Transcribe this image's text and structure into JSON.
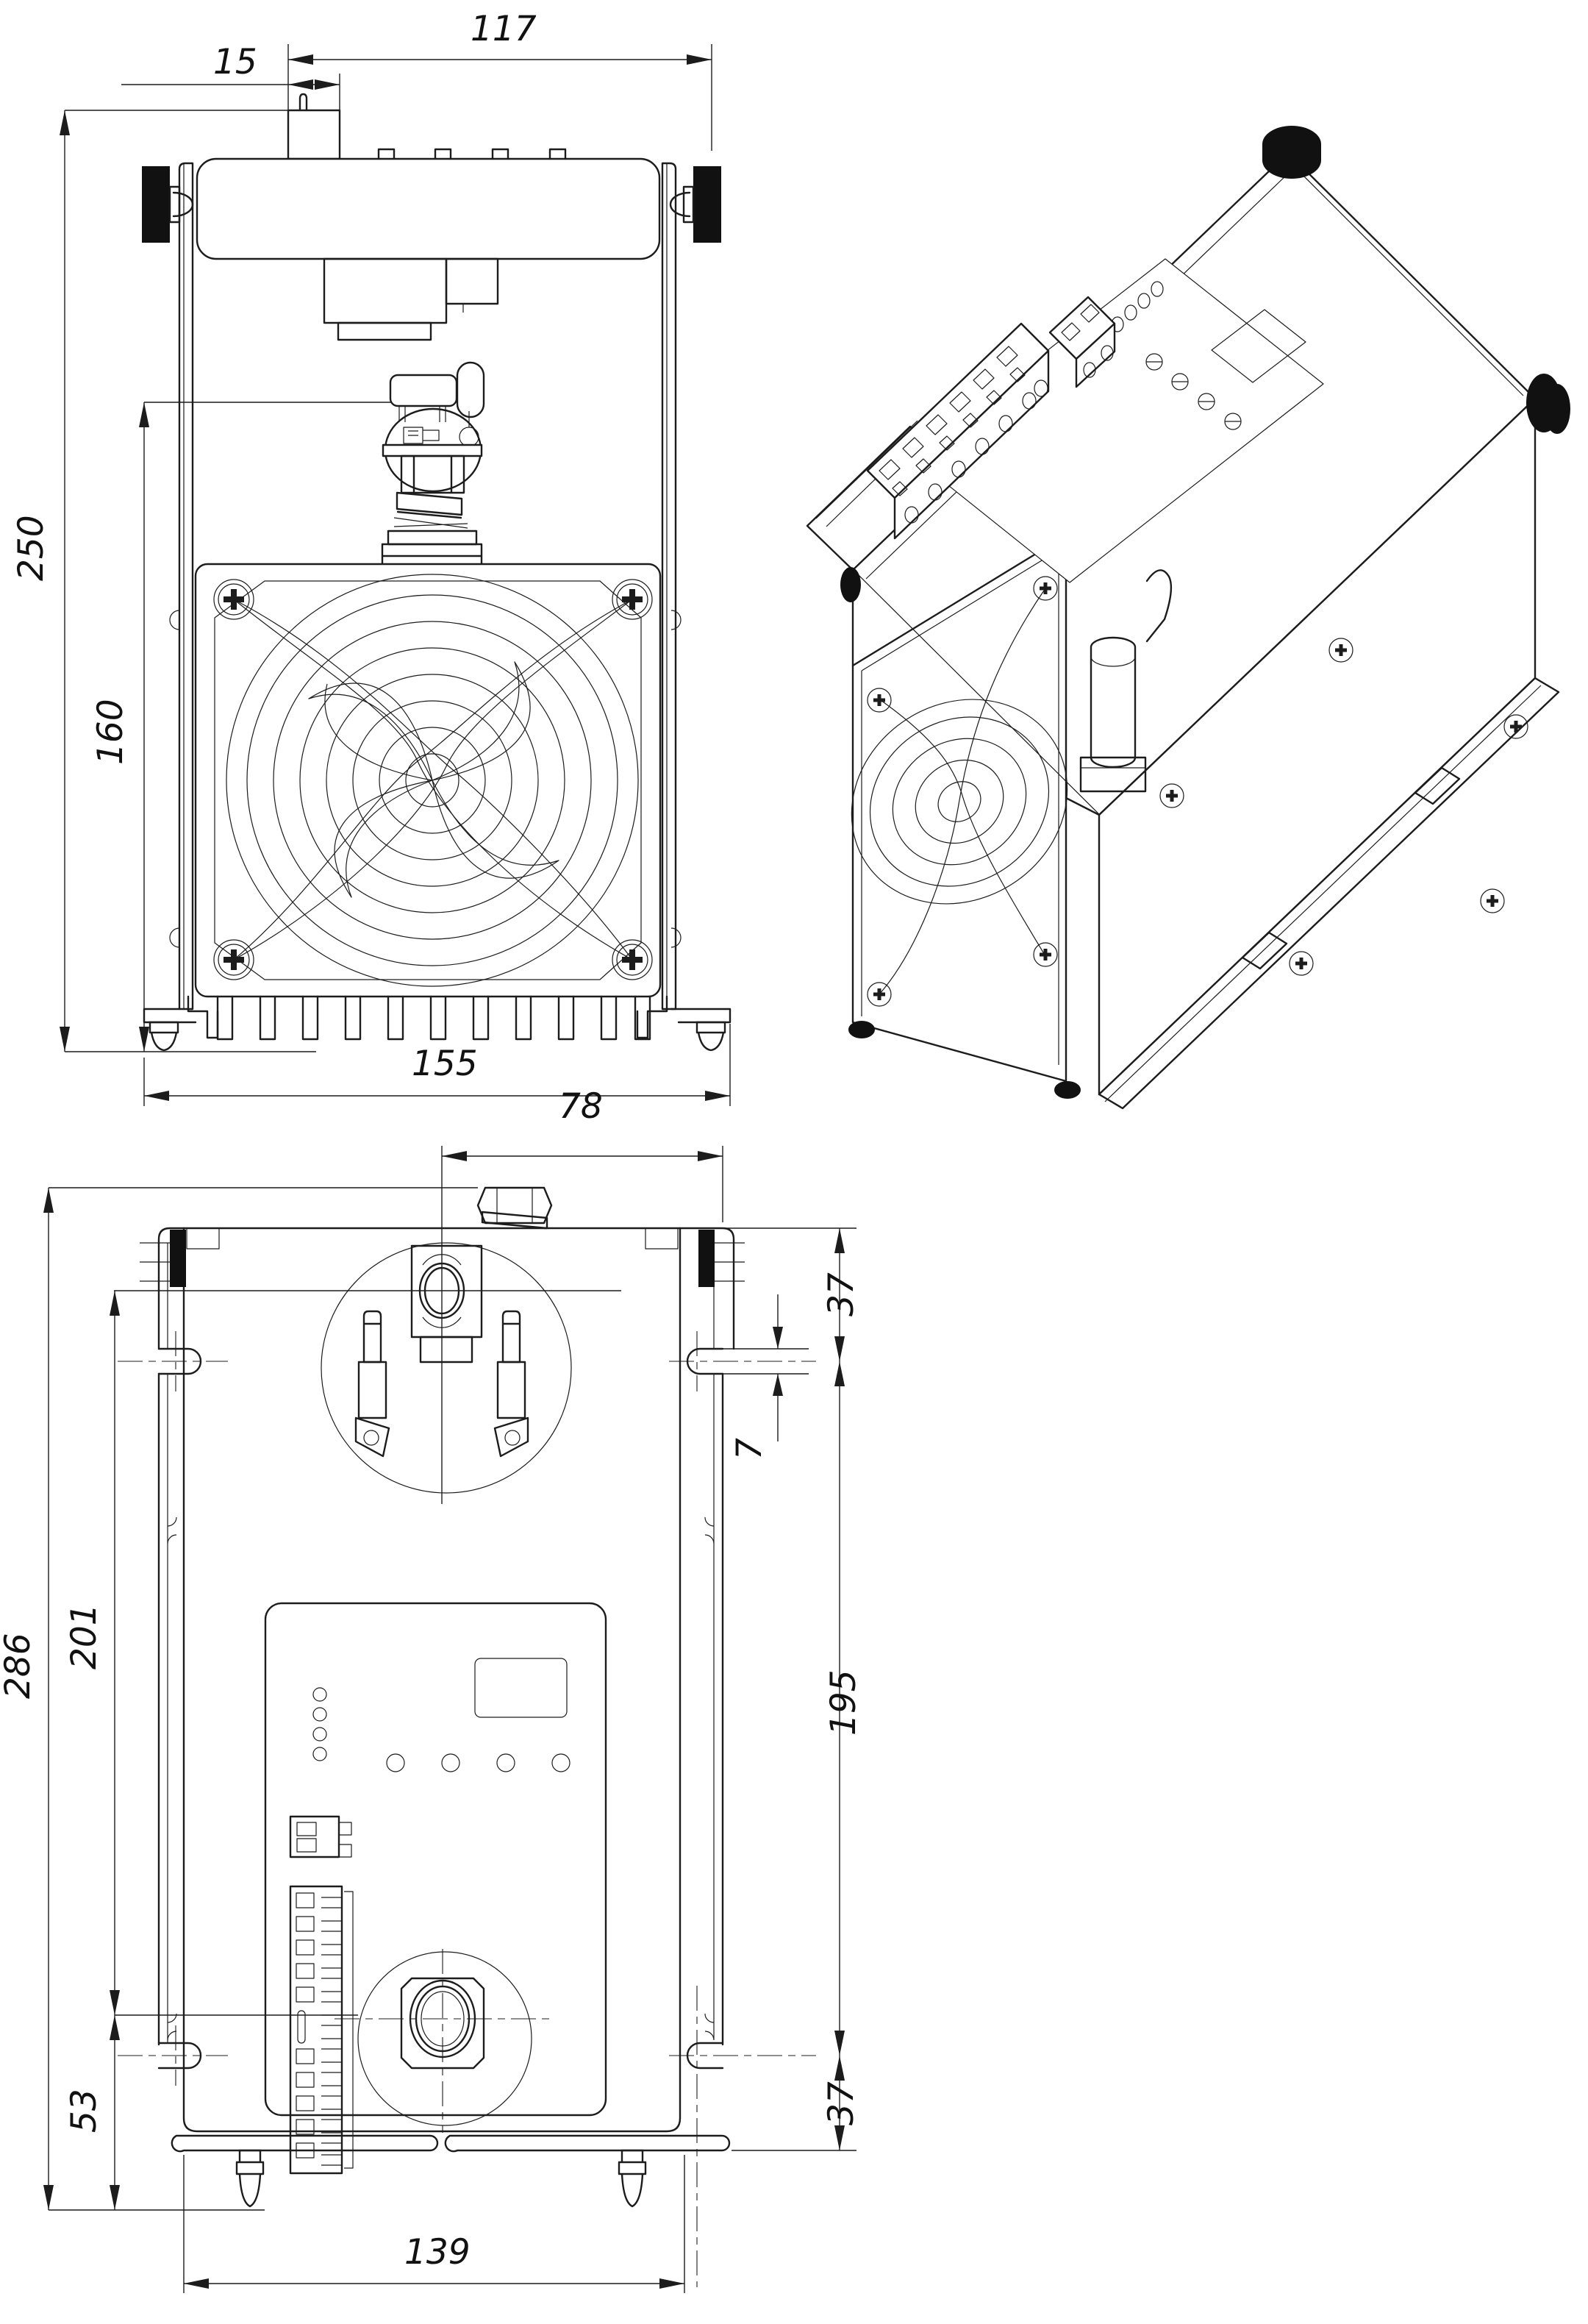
{
  "drawing": {
    "type": "engineering-drawing",
    "background": "#ffffff",
    "line_color": "#1c1c1c",
    "views": [
      "front-view",
      "isometric-view",
      "top-view"
    ]
  },
  "dimensions": {
    "front": {
      "top_width": "117",
      "tab_offset": "15",
      "overall_height": "250",
      "fan_axis_height": "160",
      "base_width": "155"
    },
    "top": {
      "connector_offset": "78",
      "overall_depth": "286",
      "panel_depth": "201",
      "gland_offset": "53",
      "base_depth": "139",
      "slot_span": "195",
      "slot_to_top_edge": "37",
      "slot_to_bottom_edge": "37",
      "slot_width": "7"
    }
  }
}
